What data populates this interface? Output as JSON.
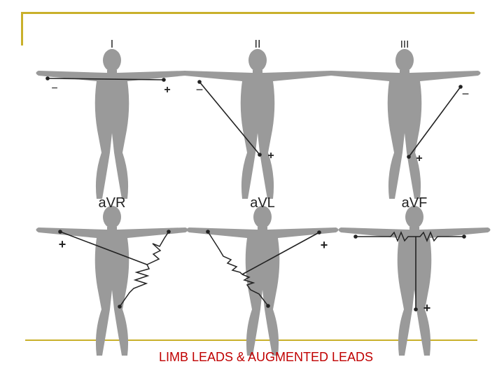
{
  "colors": {
    "accent": "#c9b02a",
    "caption": "#c00000",
    "body": "#9a9a9a",
    "wire": "#222222"
  },
  "leads": [
    {
      "label": "I",
      "negative": "−",
      "positive": "+"
    },
    {
      "label": "II",
      "negative": "−",
      "positive": "+"
    },
    {
      "label": "III",
      "negative": "−",
      "positive": "+"
    },
    {
      "label": "aVR",
      "positive": "+"
    },
    {
      "label": "aVL",
      "positive": "+"
    },
    {
      "label": "aVF",
      "positive": "+"
    }
  ],
  "caption": "LIMB LEADS & AUGMENTED LEADS"
}
